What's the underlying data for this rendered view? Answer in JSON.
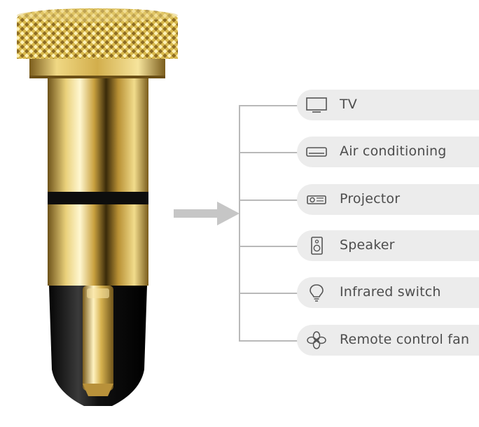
{
  "product": {
    "name": "infrared-adapter-plug",
    "colors": {
      "gold": "#d9b84a",
      "gold_dark": "#8a6a1c",
      "black_tip": "#151515"
    }
  },
  "arrow": {
    "color": "#c6c6c6"
  },
  "devices": [
    {
      "label": "TV",
      "icon": "tv-icon"
    },
    {
      "label": "Air conditioning",
      "icon": "air-conditioner-icon"
    },
    {
      "label": "Projector",
      "icon": "projector-icon"
    },
    {
      "label": "Speaker",
      "icon": "speaker-icon"
    },
    {
      "label": "Infrared switch",
      "icon": "lightbulb-icon"
    },
    {
      "label": "Remote control fan",
      "icon": "fan-icon"
    }
  ]
}
